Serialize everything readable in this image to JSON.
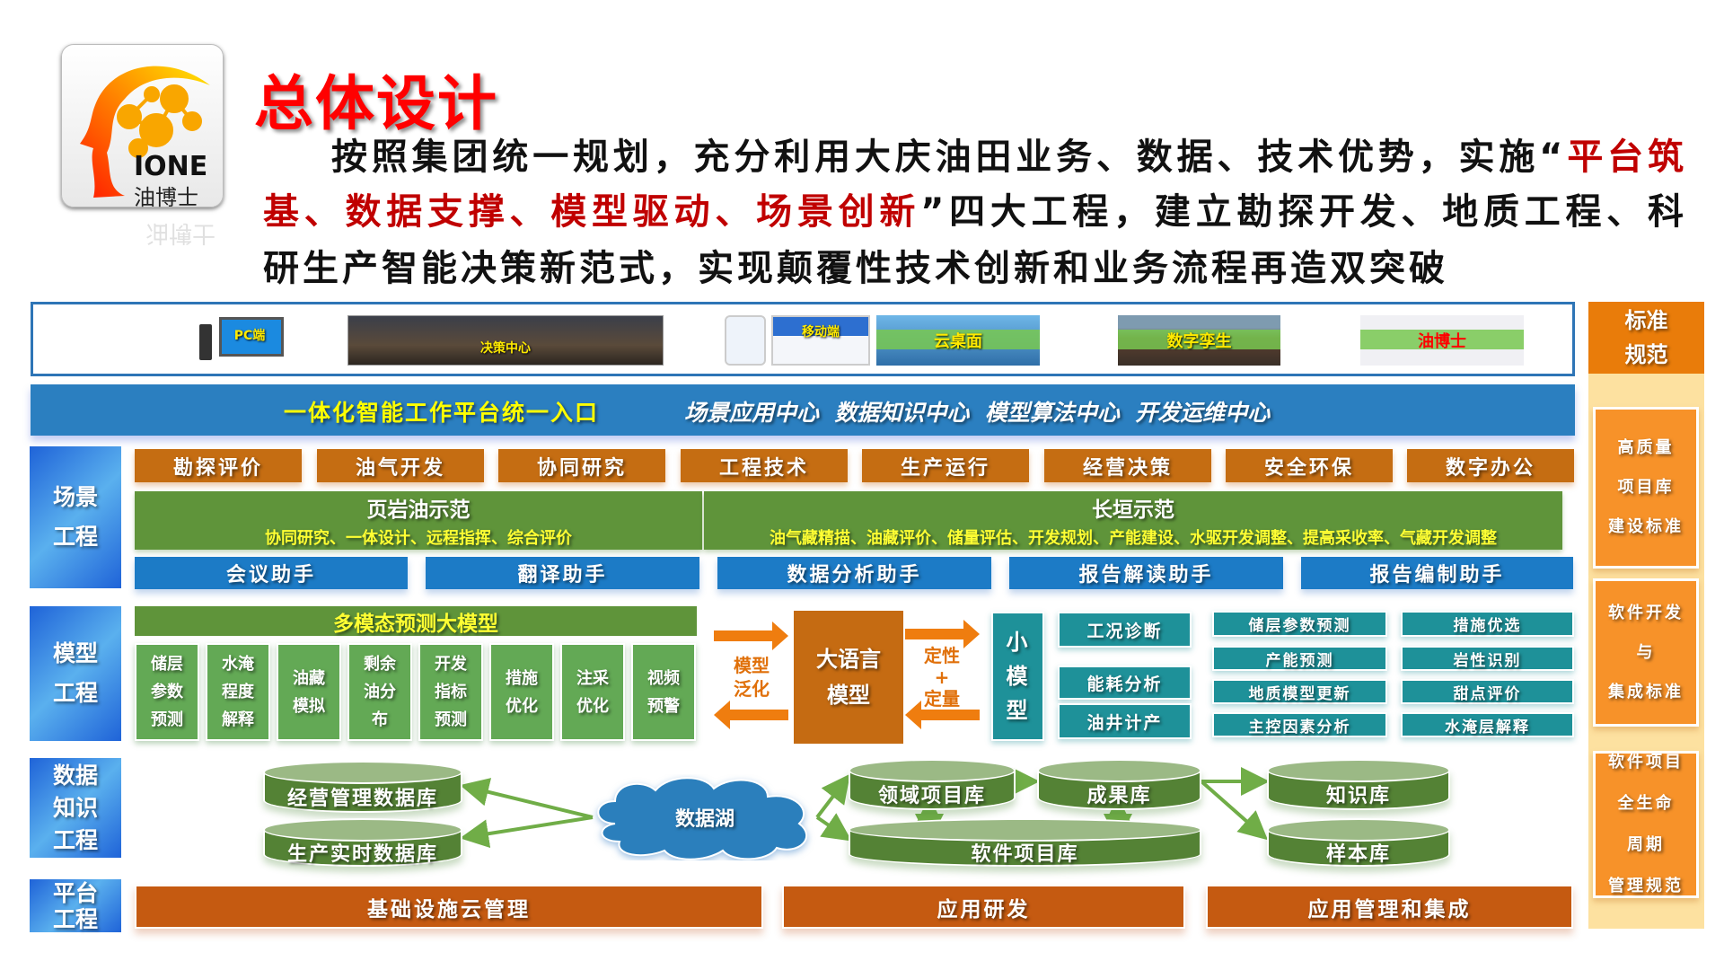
{
  "logo": {
    "brand": "IONE",
    "name_cn": "油博士"
  },
  "title": "总体设计",
  "intro": {
    "line1_a": "按照集团统一规划，充分利用大庆油田业务、数据、技术优势，实施“",
    "line1_red": "平台筑",
    "line2_red": "基、数据支撑、模型驱动、场景创新",
    "line2_b": "”四大工程，建立勘探开发、地质工程、科",
    "line3": "研生产智能决策新范式，实现颠覆性技术创新和业务流程再造双突破"
  },
  "terminals": [
    "PC端",
    "决策中心",
    "移动端",
    "云桌面",
    "数字孪生",
    "油博士"
  ],
  "entry_bar": {
    "main": "一体化智能工作平台统一入口",
    "centers": "场景应用中心  数据知识中心  模型算法中心  开发运维中心"
  },
  "layers": {
    "scene": "场景\n工程",
    "model": "模型\n工程",
    "data": "数据\n知识\n工程",
    "platform": "平台\n工程"
  },
  "scene": {
    "domains": [
      "勘探评价",
      "油气开发",
      "协同研究",
      "工程技术",
      "生产运行",
      "经营决策",
      "安全环保",
      "数字办公"
    ],
    "demos": [
      {
        "title": "页岩油示范",
        "items": "协同研究、一体设计、远程指挥、综合评价"
      },
      {
        "title": "长垣示范",
        "items": "油气藏精描、油藏评价、储量评估、开发规划、产能建设、水驱开发调整、提高采收率、气藏开发调整"
      }
    ],
    "assistants": [
      "会议助手",
      "翻译助手",
      "数据分析助手",
      "报告解读助手",
      "报告编制助手"
    ]
  },
  "model": {
    "multimodal_title": "多模态预测大模型",
    "multimodal_items": [
      "储层\n参数\n预测",
      "水淹\n程度\n解释",
      "油藏\n模拟",
      "剩余\n油分\n布",
      "开发\n指标\n预测",
      "措施\n优化",
      "注采\n优化",
      "视频\n预警"
    ],
    "left_arrow_label": "模型\n泛化",
    "llm": "大语言\n模型",
    "right_arrow_label": "定性\n+\n定量",
    "small_model": "小\n模\n型",
    "small_items": [
      "工况诊断",
      "能耗分析",
      "油井计产"
    ],
    "grid_items": [
      "储层参数预测",
      "措施优选",
      "产能预测",
      "岩性识别",
      "地质模型更新",
      "甜点评价",
      "主控因素分析",
      "水淹层解释"
    ]
  },
  "data": {
    "sources": [
      "经营管理数据库",
      "生产实时数据库"
    ],
    "lake": "数据湖",
    "domain_lib": "领域项目库",
    "result_lib": "成果库",
    "software_lib": "软件项目库",
    "knowledge_lib": "知识库",
    "sample_lib": "样本库"
  },
  "platform": [
    "基础设施云管理",
    "应用研发",
    "应用管理和集成"
  ],
  "standards": {
    "title": "标准\n规范",
    "items": [
      "高质量\n项目库\n建设标准",
      "软件开发\n与\n集成标准",
      "软件项目\n全生命\n周期\n管理规范"
    ]
  },
  "colors": {
    "scene_orange": "#c56d12",
    "green": "#5f943a",
    "blue": "#1c7bc6",
    "teal": "#1e9199",
    "platform": "#c55a11",
    "standard": "#f79229",
    "title_red": "#ff0000"
  }
}
